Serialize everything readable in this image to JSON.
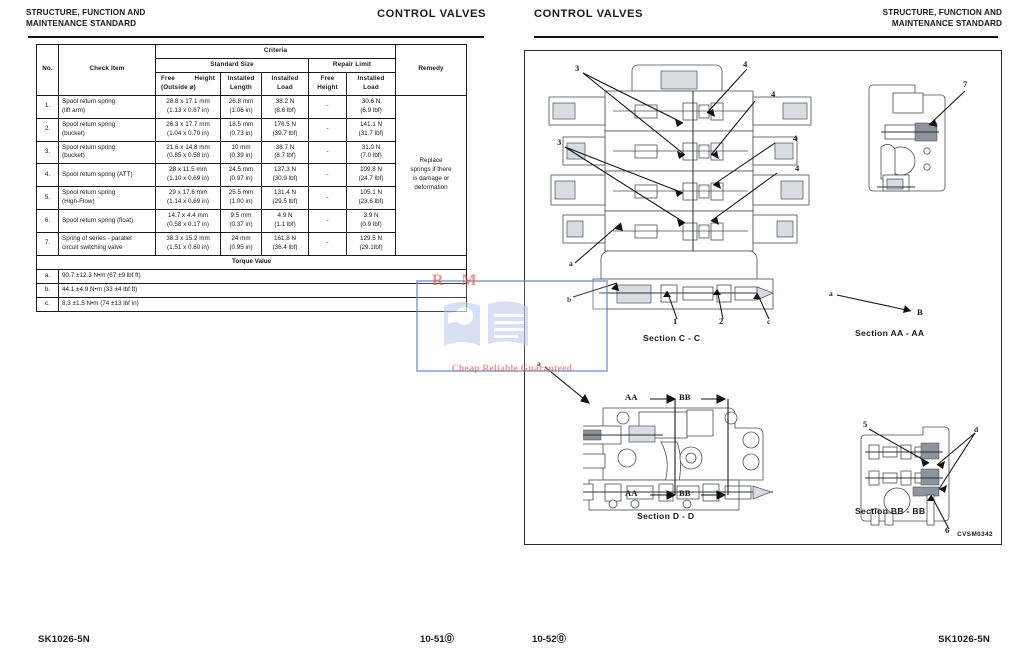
{
  "left_page": {
    "header": {
      "title_lines": [
        "STRUCTURE, FUNCTION AND",
        "MAINTENANCE STANDARD"
      ],
      "section_title": "CONTROL VALVES"
    },
    "table": {
      "headers": {
        "no": "No.",
        "check_item": "Check Item",
        "criteria": "Criteria",
        "standard_size": "Standard Size",
        "repair_limit": "Repair Limit",
        "remedy": "Remedy",
        "free_height": "Free",
        "free_height_2": "Height",
        "free_height_sub": "(Outside ⌀)",
        "installed_length_1": "Installed",
        "installed_length_2": "Length",
        "installed_load_1": "Installed",
        "installed_load_2": "Load",
        "repair_free_1": "Free",
        "repair_free_2": "Height",
        "repair_load_1": "Installed",
        "repair_load_2": "Load"
      },
      "rows": [
        {
          "no": "1.",
          "item_1": "Spool return spring",
          "item_2": "(lift arm)",
          "free_height_mm": "28.8 x 17.1 mm",
          "free_height_in": "(1.13 x 0.67 in)",
          "installed_length_mm": "26.8 mm",
          "installed_length_in": "(1.06 in)",
          "installed_load_n": "38.2 N",
          "installed_load_lbf": "(8.6 lbf)",
          "repair_free_height": "-",
          "repair_load_n": "30.6 N",
          "repair_load_lbf": "(6.9 lbf)"
        },
        {
          "no": "2.",
          "item_1": "Spool return spring",
          "item_2": "(bucket)",
          "free_height_mm": "26.3 x 17.7 mm",
          "free_height_in": "(1.04 x 0.70 in)",
          "installed_length_mm": "18.5 mm",
          "installed_length_in": "(0.73 in)",
          "installed_load_n": "176.5 N",
          "installed_load_lbf": "(39.7 lbf)",
          "repair_free_height": "-",
          "repair_load_n": "141.1 N",
          "repair_load_lbf": "(31.7 lbf)"
        },
        {
          "no": "3.",
          "item_1": "Spool return spring",
          "item_2": "(bucket)",
          "free_height_mm": "21.6 x 14.8 mm",
          "free_height_in": "(0.85 x 0.58 in)",
          "installed_length_mm": "10 mm",
          "installed_length_in": "(0.39 in)",
          "installed_load_n": "38.7 N",
          "installed_load_lbf": "(8.7 lbf)",
          "repair_free_height": "-",
          "repair_load_n": "31.0 N",
          "repair_load_lbf": "(7.0 lbf)"
        },
        {
          "no": "4.",
          "item_1": "Spool return spring (ATT)",
          "item_2": "",
          "free_height_mm": "28 x 11.5 mm",
          "free_height_in": "(1.10 x 0.69 in)",
          "installed_length_mm": "24.5 mm",
          "installed_length_in": "(0.97 in)",
          "installed_load_n": "137.3 N",
          "installed_load_lbf": "(30.9 lbf)",
          "repair_free_height": "-",
          "repair_load_n": "109.8 N",
          "repair_load_lbf": "(24.7 lbf)"
        },
        {
          "no": "5.",
          "item_1": "Spool return spring",
          "item_2": "(High-Flow)",
          "free_height_mm": "29 x 17.6 mm",
          "free_height_in": "(1.14 x 0.69 in)",
          "installed_length_mm": "25.5 mm",
          "installed_length_in": "(1.00 in)",
          "installed_load_n": "131.4 N",
          "installed_load_lbf": "(29.5 lbf)",
          "repair_free_height": "-",
          "repair_load_n": "105.1 N",
          "repair_load_lbf": "(23.6 lbf)"
        },
        {
          "no": "6.",
          "item_1": "Spool return spring (float)",
          "item_2": "",
          "free_height_mm": "14.7 x 4.4 mm",
          "free_height_in": "(0.58 x 0.17 in)",
          "installed_length_mm": "9.5 mm",
          "installed_length_in": "(0.37 in)",
          "installed_load_n": "4.9 N",
          "installed_load_lbf": "(1.1 lbf)",
          "repair_free_height": "-",
          "repair_load_n": "3.9 N",
          "repair_load_lbf": "(0.9 lbf)"
        },
        {
          "no": "7.",
          "item_1": "Spring of series - parallel",
          "item_2": "circuit switching valve",
          "free_height_mm": "38.3 x 15.2 mm",
          "free_height_in": "(1.51 x 0.60 in)",
          "installed_length_mm": "24 mm",
          "installed_length_in": "(0.95 in)",
          "installed_load_n": "161.8 N",
          "installed_load_lbf": "(36.4 lbf)",
          "repair_free_height": "-",
          "repair_load_n": "129.5 N",
          "repair_load_lbf": "(29.1lbf)"
        }
      ],
      "remedy_text": [
        "Replace",
        "springs if there",
        "is damage or",
        "deformation"
      ],
      "torque_header": "Torque Value",
      "torque_rows": [
        {
          "label": "a.",
          "value": "90.7 ±12.3 N•m (67 ±9 lbf ft)"
        },
        {
          "label": "b.",
          "value": "44.1 ±4.9 N•m (33 ±4 lbf ft)"
        },
        {
          "label": "c.",
          "value": "8.3 ±1.5 N•m (74 ±13 lbf in)"
        }
      ]
    },
    "watermark": {
      "logo_text": "R M",
      "tagline": "Cheap Reliable Guaranteed",
      "frame_color": "#6f86d6",
      "text_color": "#e0573c"
    },
    "footer": {
      "model": "SK1026-5N",
      "page": "10-51⓪"
    }
  },
  "right_page": {
    "header": {
      "section_title": "CONTROL VALVES",
      "title_lines": [
        "STRUCTURE, FUNCTION AND",
        "MAINTENANCE STANDARD"
      ]
    },
    "figure": {
      "drawing_id": "CVSM0342",
      "sections": [
        {
          "caption": "Section C - C",
          "callouts": [
            "3",
            "4",
            "4",
            "3",
            "4",
            "4",
            "a",
            "b",
            "1",
            "2",
            "c"
          ]
        },
        {
          "caption": "Section AA - AA",
          "callouts": [
            "7",
            "a",
            "B"
          ]
        },
        {
          "caption": "Section D - D",
          "callouts": [
            "a",
            "AA",
            "BB",
            "AA",
            "BB"
          ]
        },
        {
          "caption": "Section BB - BB",
          "callouts": [
            "5",
            "d",
            "6"
          ]
        }
      ]
    },
    "footer": {
      "page": "10-52⓪",
      "model": "SK1026-5N"
    }
  }
}
